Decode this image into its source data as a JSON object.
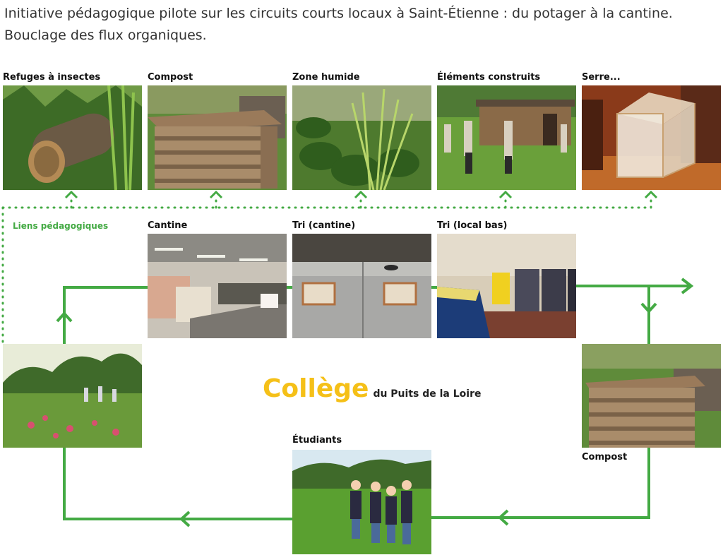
{
  "header": {
    "line1": "Initiative pédagogique pilote sur les circuits courts locaux à Saint-Étienne : du potager à la cantine.",
    "line2": "Bouclage des flux organiques."
  },
  "top_row": [
    {
      "caption": "Refuges à insectes"
    },
    {
      "caption": "Compost"
    },
    {
      "caption": "Zone humide"
    },
    {
      "caption": "Éléments construits"
    },
    {
      "caption": "Serre..."
    }
  ],
  "links_label": "Liens pédagogiques",
  "middle_row": [
    {
      "caption": "Cantine"
    },
    {
      "caption": "Tri (cantine)"
    },
    {
      "caption": "Tri (local bas)"
    }
  ],
  "compost_right": {
    "caption": "Compost"
  },
  "students": {
    "caption": "Étudiants"
  },
  "center": {
    "title": "Collège",
    "subtitle": "du Puits de la Loire"
  },
  "colors": {
    "flow_green": "#44aa44",
    "title_yellow": "#f5c018"
  }
}
